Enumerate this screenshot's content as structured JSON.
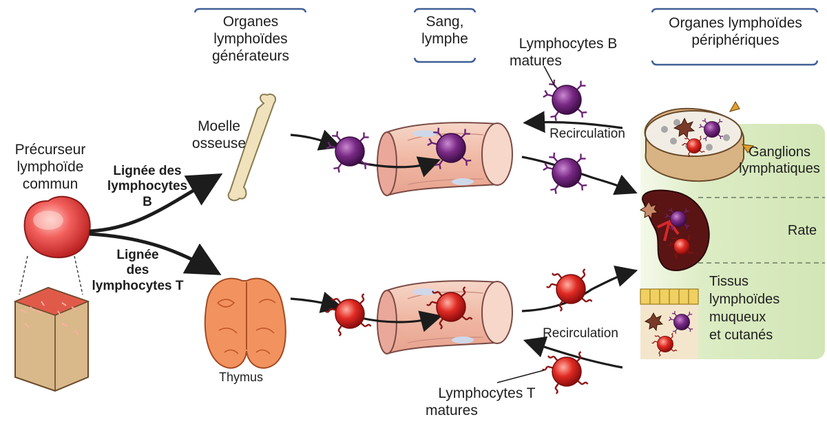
{
  "headers": {
    "generators": [
      "Organes",
      "lymphoïdes",
      "générateurs"
    ],
    "blood": [
      "Sang,",
      "lymphe"
    ],
    "peripheral": [
      "Organes lymphoïdes",
      "périphériques"
    ]
  },
  "labels": {
    "precursor": [
      "Précurseur",
      "lymphoïde",
      "commun"
    ],
    "lineage_b": [
      "Lignée des",
      "lymphocytes",
      "B"
    ],
    "lineage_t": [
      "Lignée",
      "des",
      "lymphocytes T"
    ],
    "bone_marrow": [
      "Moelle",
      "osseuse"
    ],
    "thymus": "Thymus",
    "mature_b": [
      "Lymphocytes B",
      "matures"
    ],
    "mature_t": [
      "Lymphocytes T",
      "matures"
    ],
    "recirculation_top": "Recirculation",
    "recirculation_bottom": "Recirculation",
    "lymph_nodes": [
      "Ganglions",
      "lymphatiques"
    ],
    "spleen": "Rate",
    "mucosal": [
      "Tissus",
      "lymphoïdes",
      "muqueux",
      "et cutanés"
    ]
  },
  "colors": {
    "b_cell": "#7a2a86",
    "t_cell": "#d8221f",
    "peripheral_panel": "#dcecc4",
    "vessel": "#f2c2b0"
  }
}
